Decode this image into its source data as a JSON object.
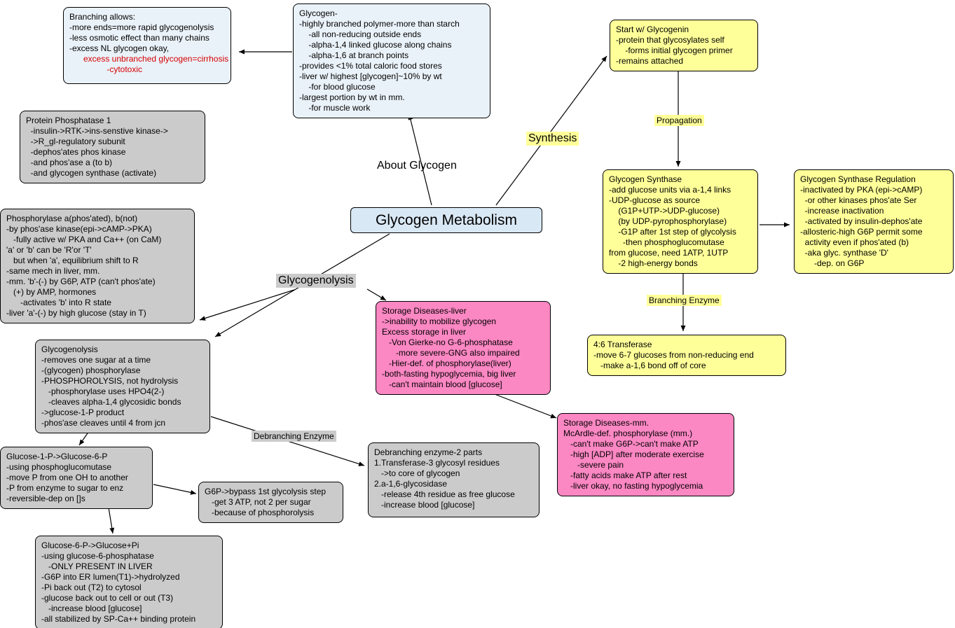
{
  "title": "Glycogen Metabolism",
  "labels": {
    "about_glycogen": "About Glycogen",
    "synthesis": "Synthesis",
    "propagation": "Propagation",
    "branching_enzyme": "Branching Enzyme",
    "glycogenolysis": "Glycogenolysis",
    "debranching_enzyme": "Debranching Enzyme"
  },
  "colors": {
    "note_blue": "#eaf2f9",
    "title_blue": "#d9e8f5",
    "yellow": "#ffff99",
    "gray": "#cbcbcb",
    "pink": "#fb87c3",
    "warning_red": "#d40000",
    "line_black": "#000000"
  },
  "boxes": {
    "branching": {
      "lines": [
        "Branching allows:",
        "-more ends=more rapid glycogenolysis",
        "-less osmotic effect than many chains",
        "-excess NL glycogen okay,"
      ],
      "warn_lines": [
        "      excess unbranched glycogen=cirrhosis",
        "                -cytotoxic"
      ]
    },
    "glycogen": {
      "lines": [
        "Glycogen-",
        "-highly branched polymer-more than starch",
        "    -all non-reducing outside ends",
        "    -alpha-1,4 linked glucose along chains",
        "    -alpha-1,6 at branch points",
        "-provides <1% total caloric food stores",
        "-liver w/ highest [glycogen]~10% by wt",
        "    -for blood glucose",
        "-largest portion by wt in mm.",
        "    -for muscle work"
      ]
    },
    "glycogenin": {
      "lines": [
        "Start w/ Glycogenin",
        "-protein that glycosylates self",
        "    -forms initial glycogen primer",
        "-remains attached"
      ]
    },
    "protein_phosphatase": {
      "lines": [
        "Protein Phosphatase 1",
        "  -insulin->RTK->ins-senstive kinase->",
        "  ->R_gl-regulatory subunit",
        "  -dephos'ates phos kinase",
        "  -and phos'ase a (to b)",
        "  -and glycogen synthase (activate)"
      ]
    },
    "synthase": {
      "lines": [
        "Glycogen Synthase",
        "-add glucose units via a-1,4 links",
        "-UDP-glucose as source",
        "    (G1P+UTP->UDP-glucose)",
        "    (by UDP-pyrophosphorylase)",
        "    -G1P after 1st step of glycolysis",
        "      -then phosphoglucomutase",
        "from glucose, need 1ATP, 1UTP",
        "    -2 high-energy bonds"
      ]
    },
    "regulation": {
      "lines": [
        "Glycogen Synthase Regulation",
        "-inactivated by PKA (epi->cAMP)",
        "  -or other kinases phos'ate Ser",
        "  -increase inactivation",
        "  -activated by insulin-dephos'ate",
        "-allosteric-high G6P permit some",
        "  activity even if phos'ated (b)",
        "  -aka glyc. synthase 'D'",
        "      -dep. on G6P"
      ]
    },
    "phosphorylase": {
      "lines": [
        "Phosphorylase a(phos'ated), b(not)",
        "-by phos'ase kinase(epi->cAMP->PKA)",
        "   -fully active w/ PKA and Ca++ (on CaM)",
        "'a' or 'b' can be 'R'or 'T'",
        "   but when 'a', equilibrium shift to R",
        "-same mech in liver, mm.",
        "-mm. 'b'-(-) by G6P, ATP (can't phos'ate)",
        "   (+) by AMP, hormones",
        "      -activates 'b' into R state",
        "-liver 'a'-(-) by high glucose (stay in T)"
      ]
    },
    "storage_liver": {
      "lines": [
        "Storage Diseases-liver",
        "->inability to mobilize glycogen",
        "Excess storage in liver",
        "   -Von Gierke-no G-6-phosphatase",
        "      -more severe-GNG also impaired",
        "   -Hier-def. of phosphorylase(liver)",
        "-both-fasting hypoglycemia, big liver",
        "   -can't maintain blood [glucose]"
      ]
    },
    "transferase46": {
      "lines": [
        "4:6 Transferase",
        "-move 6-7 glucoses from non-reducing end",
        "   -make a-1,6 bond off of core"
      ]
    },
    "glycogenolysis": {
      "lines": [
        "Glycogenolysis",
        "-removes one sugar at a time",
        "-(glycogen) phosphorylase",
        "-PHOSPHOROLYSIS, not hydrolysis",
        "   -phosphorylase uses HPO4(2-)",
        "   -cleaves alpha-1,4 glycosidic bonds",
        "->glucose-1-P product",
        "-phos'ase cleaves until 4 from jcn"
      ]
    },
    "storage_mm": {
      "lines": [
        "Storage Diseases-mm.",
        "McArdle-def. phosphorylase (mm.)",
        "   -can't make G6P->can't make ATP",
        "   -high [ADP] after moderate exercise",
        "      -severe pain",
        "   -fatty acids make ATP after rest",
        "   -liver okay, no fasting hypoglycemia"
      ]
    },
    "g1p_g6p": {
      "lines": [
        "Glucose-1-P->Glucose-6-P",
        "-using phosphoglucomutase",
        "-move P from one OH to another",
        "-P from enzyme to sugar to enz",
        "-reversible-dep on []s"
      ]
    },
    "debranching": {
      "lines": [
        "Debranching enzyme-2 parts",
        "1.Transferase-3 glycosyl residues",
        "   ->to core of glycogen",
        "2.a-1,6-glycosidase",
        "   -release 4th residue as free glucose",
        "   -increase blood [glucose]"
      ]
    },
    "g6p_bypass": {
      "lines": [
        "G6P->bypass 1st glycolysis step",
        "   -get 3 ATP, not 2 per sugar",
        "   -because of phosphorolysis"
      ]
    },
    "g6p_glucose": {
      "lines": [
        "Glucose-6-P->Glucose+Pi",
        "-using glucose-6-phosphatase",
        "   -ONLY PRESENT IN LIVER",
        "-G6P into ER lumen(T1)->hydrolyzed",
        "-Pi back out (T2) to cytosol",
        "-glucose back out to cell or out (T3)",
        "   -increase blood [glucose]",
        "-all stabilized by SP-Ca++ binding protein"
      ]
    }
  }
}
